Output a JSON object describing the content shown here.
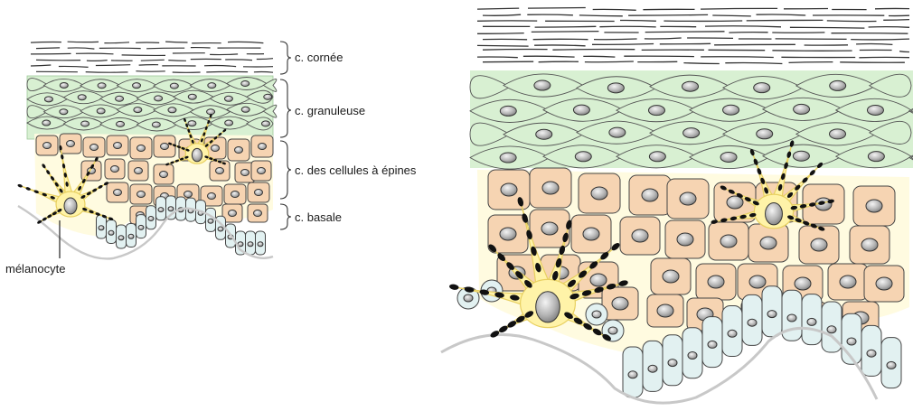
{
  "diagram": {
    "labels": {
      "cornee": "c.  cornée",
      "granuleuse": "c.  granuleuse",
      "epines": "c.  des cellules à épines",
      "basale": "c. basale",
      "melanocyte": "mélanocyte"
    },
    "colors": {
      "corneous": "#e8f5e3",
      "granular_fill": "#d8f0d2",
      "spiny_fill": "#f6d4b2",
      "basal_fill": "#e2f1f1",
      "melanocyte_fill": "#fff3a8",
      "melanin": "#111111",
      "nucleus": "#b8b8b8",
      "outline": "#3a3a3a",
      "dermis_line": "#c8c8c8"
    }
  }
}
